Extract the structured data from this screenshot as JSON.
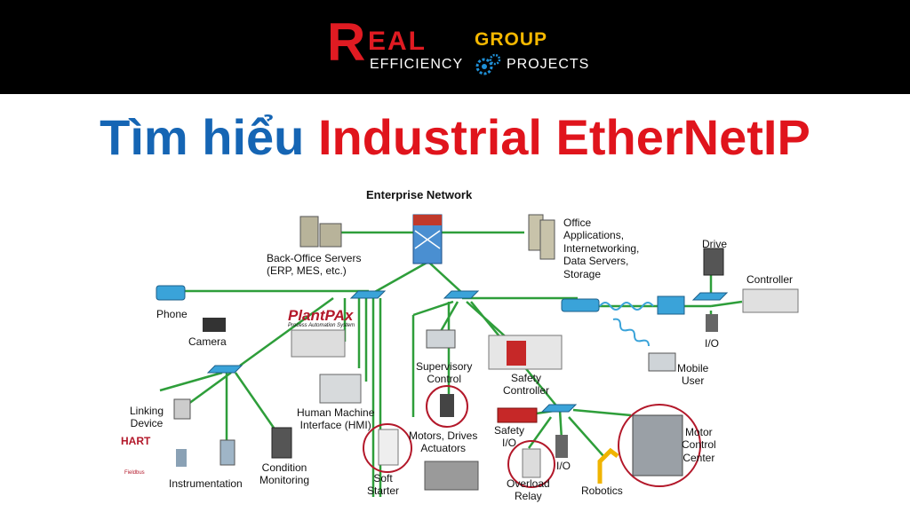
{
  "logo": {
    "r": "R",
    "eal": "EAL",
    "group": "GROUP",
    "efficiency": "EFFICIENCY",
    "projects": "PROJECTS",
    "colors": {
      "red": "#e01b22",
      "gold": "#f5b800",
      "blue": "#1f8fd6"
    }
  },
  "title": {
    "part1": "Tìm hiểu",
    "part2": "Industrial EtherNetIP"
  },
  "colors": {
    "title_blue": "#1565b4",
    "title_red": "#e0141c",
    "link_green": "#2e9e3a",
    "switch_blue": "#3aa3d9",
    "circle_red": "#b3182a"
  },
  "diagram": {
    "enterprise": "Enterprise Network",
    "back_office": "Back-Office Servers\n(ERP, MES, etc.)",
    "office": "Office\nApplications,\nInternetworking,\nData Servers,\nStorage",
    "drive": "Drive",
    "controller": "Controller",
    "io_right": "I/O",
    "phone": "Phone",
    "camera": "Camera",
    "plantpax": "PlantPAx",
    "plantpax_sub": "Process Automation System",
    "mobile_user": "Mobile\nUser",
    "supervisory": "Supervisory\nControl",
    "safety_controller": "Safety\nController",
    "linking_device": "Linking\nDevice",
    "hart": "HART",
    "fieldbus": "Fieldbus",
    "hmi": "Human Machine\nInterface (HMI)",
    "motors_drives": "Motors, Drives\nActuators",
    "safety_io": "Safety\nI/O",
    "io_bottom": "I/O",
    "motor_control_center": "Motor\nControl\nCenter",
    "instrumentation": "Instrumentation",
    "condition_monitoring": "Condition\nMonitoring",
    "soft_starter": "Soft\nStarter",
    "overload_relay": "Overload\nRelay",
    "robotics": "Robotics"
  }
}
